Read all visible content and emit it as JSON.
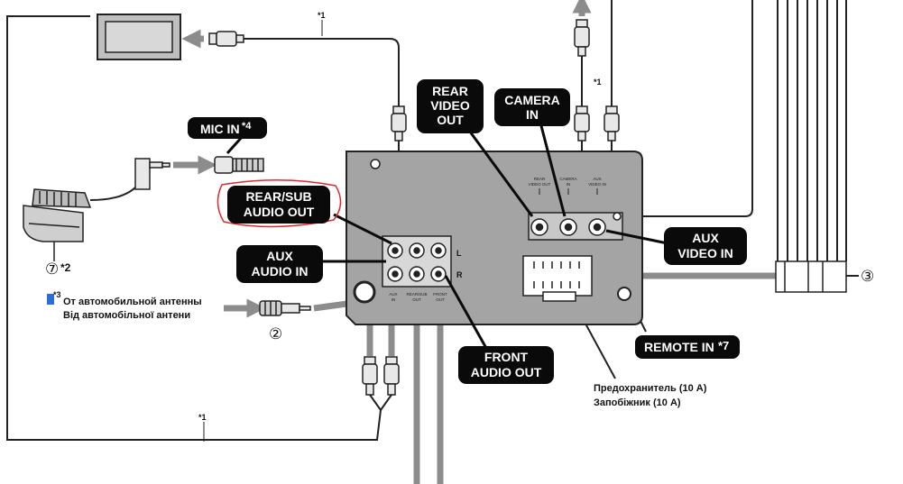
{
  "labels": {
    "mic_in": "MIC IN",
    "mic_in_note": "*4",
    "rear_video_out": [
      "REAR",
      "VIDEO",
      "OUT"
    ],
    "camera_in": [
      "CAMERA",
      "IN"
    ],
    "rear_sub_audio_out": [
      "REAR/SUB",
      "AUDIO OUT"
    ],
    "aux_audio_in": [
      "AUX",
      "AUDIO IN"
    ],
    "aux_video_in": [
      "AUX",
      "VIDEO IN"
    ],
    "front_audio_out": [
      "FRONT",
      "AUDIO OUT"
    ],
    "remote_in": "REMOTE IN",
    "remote_in_note": "*7"
  },
  "callouts": {
    "mic_item": "⑦",
    "mic_item_note": "*2",
    "antenna_item": "②",
    "harness_item": "③",
    "note_1": "*1",
    "note_3": "*3"
  },
  "notes": {
    "antenna_ru": "От автомобильной антенны",
    "antenna_uk": "Від автомобільної антени",
    "fuse_ru": "Предохранитель (10 A)",
    "fuse_uk": "Запобіжник (10 A)"
  },
  "panel_marks": {
    "jack_L": "L",
    "jack_R": "R",
    "rear_video_out": [
      "REAR",
      "VIDEO OUT"
    ],
    "camera_in": [
      "CAMERA",
      "IN"
    ],
    "aux_video_in": [
      "AUX",
      "VIDEO IN"
    ],
    "aux_in": [
      "AUX",
      "IN"
    ],
    "rear_sub_out": [
      "REAR/SUB",
      "OUT"
    ],
    "front_out": [
      "FRONT",
      "OUT"
    ]
  },
  "colors": {
    "label_bg": "#0a0a0a",
    "panel": "#a4a4a4",
    "arrow": "#8c8c8c",
    "highlight": "#e0282c"
  }
}
